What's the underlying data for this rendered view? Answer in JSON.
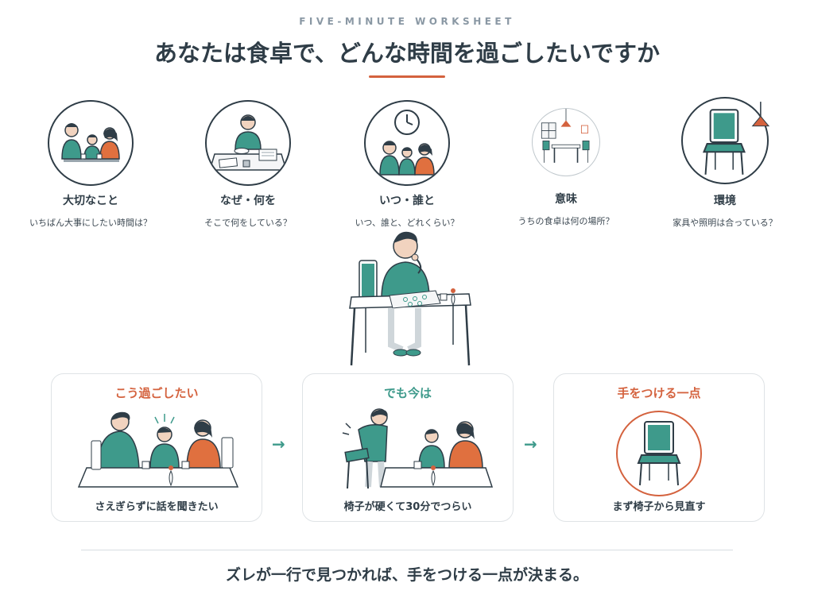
{
  "header": {
    "kicker": "FIVE-MINUTE WORKSHEET",
    "title": "あなたは食卓で、どんな時間を過ごしたいですか"
  },
  "topics": [
    {
      "label": "大切なこと",
      "sub": "いちばん大事にしたい時間は？",
      "icon": "family-conversation-icon"
    },
    {
      "label": "なぜ・何を",
      "sub": "そこで何をしている？",
      "icon": "person-working-at-table-icon"
    },
    {
      "label": "いつ・誰と",
      "sub": "いつ、誰と、どれくらい？",
      "icon": "clock-and-family-icon"
    },
    {
      "label": "意味",
      "sub": "うちの食卓は何の場所？",
      "icon": "dining-room-icon"
    },
    {
      "label": "環境",
      "sub": "家具や照明は合っている？",
      "icon": "chair-and-lamp-icon"
    }
  ],
  "center_illustration": "person-thinking-with-worksheet-icon",
  "cards": [
    {
      "heading": "こう過ごしたい",
      "caption": "さえぎらずに話を聞きたい",
      "heading_color": "#d4623e"
    },
    {
      "heading": "でも今は",
      "caption": "椅子が硬くて30分でつらい",
      "heading_color": "#3e9a8b"
    },
    {
      "heading": "手をつける一点",
      "caption": "まず椅子から見直す",
      "heading_color": "#d4623e"
    }
  ],
  "arrows": [
    "→",
    "→"
  ],
  "footer": "ズレが一行で見つかれば、手をつける一点が決まる。",
  "colors": {
    "accent": "#d4623e",
    "teal": "#3e9a8b",
    "ink": "#2f3d47"
  }
}
